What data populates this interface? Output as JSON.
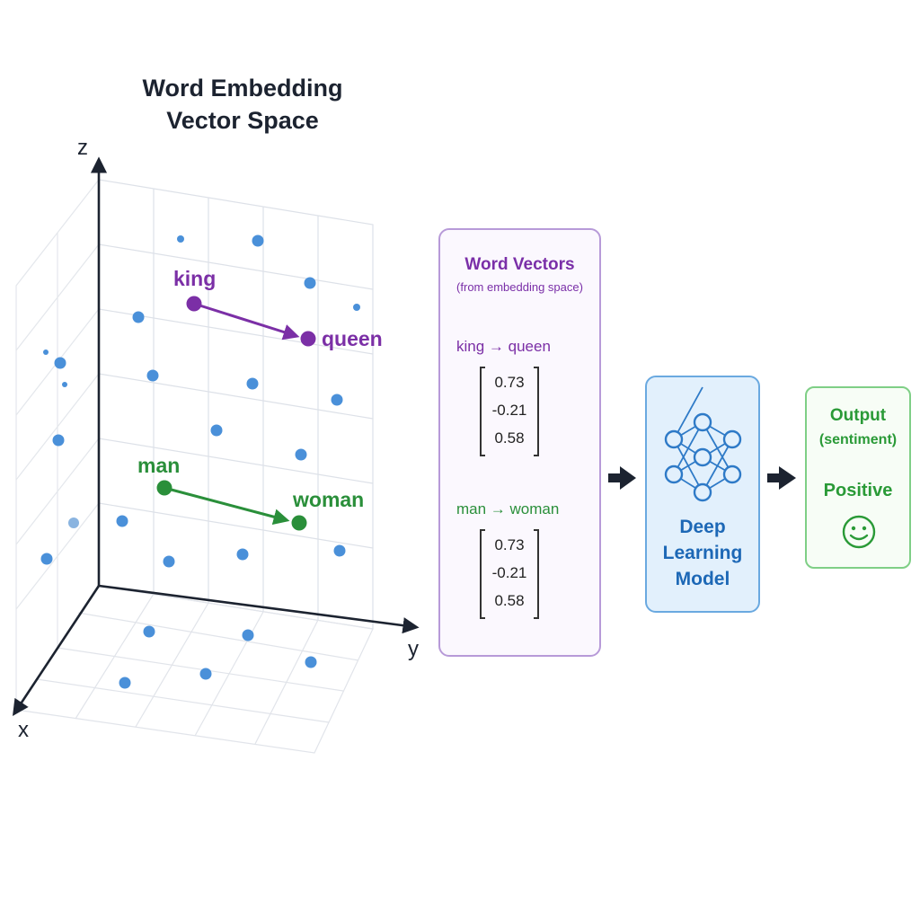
{
  "title": "Word Embedding\nVector Space",
  "axes": {
    "x": "x",
    "y": "y",
    "z": "z"
  },
  "words": {
    "king": "king",
    "queen": "queen",
    "man": "man",
    "woman": "woman"
  },
  "colors": {
    "royal": "#7b2fa6",
    "gender": "#2a8f3a",
    "point": "#4a90d9",
    "model": "#1d68b6",
    "output": "#2a9a37"
  },
  "vectors_panel": {
    "title": "Word Vectors",
    "subtitle": "(from embedding space)",
    "pairs": [
      {
        "label": "king → queen",
        "values": [
          "0.73",
          "-0.21",
          "0.58"
        ]
      },
      {
        "label": "man → woman",
        "values": [
          "0.73",
          "-0.21",
          "0.58"
        ]
      }
    ]
  },
  "model_panel": {
    "label": "Deep\nLearning\nModel",
    "icon": "neural-network-icon"
  },
  "output_panel": {
    "title": "Output",
    "subtitle": "(sentiment)",
    "value": "Positive",
    "icon": "smiley-icon"
  }
}
